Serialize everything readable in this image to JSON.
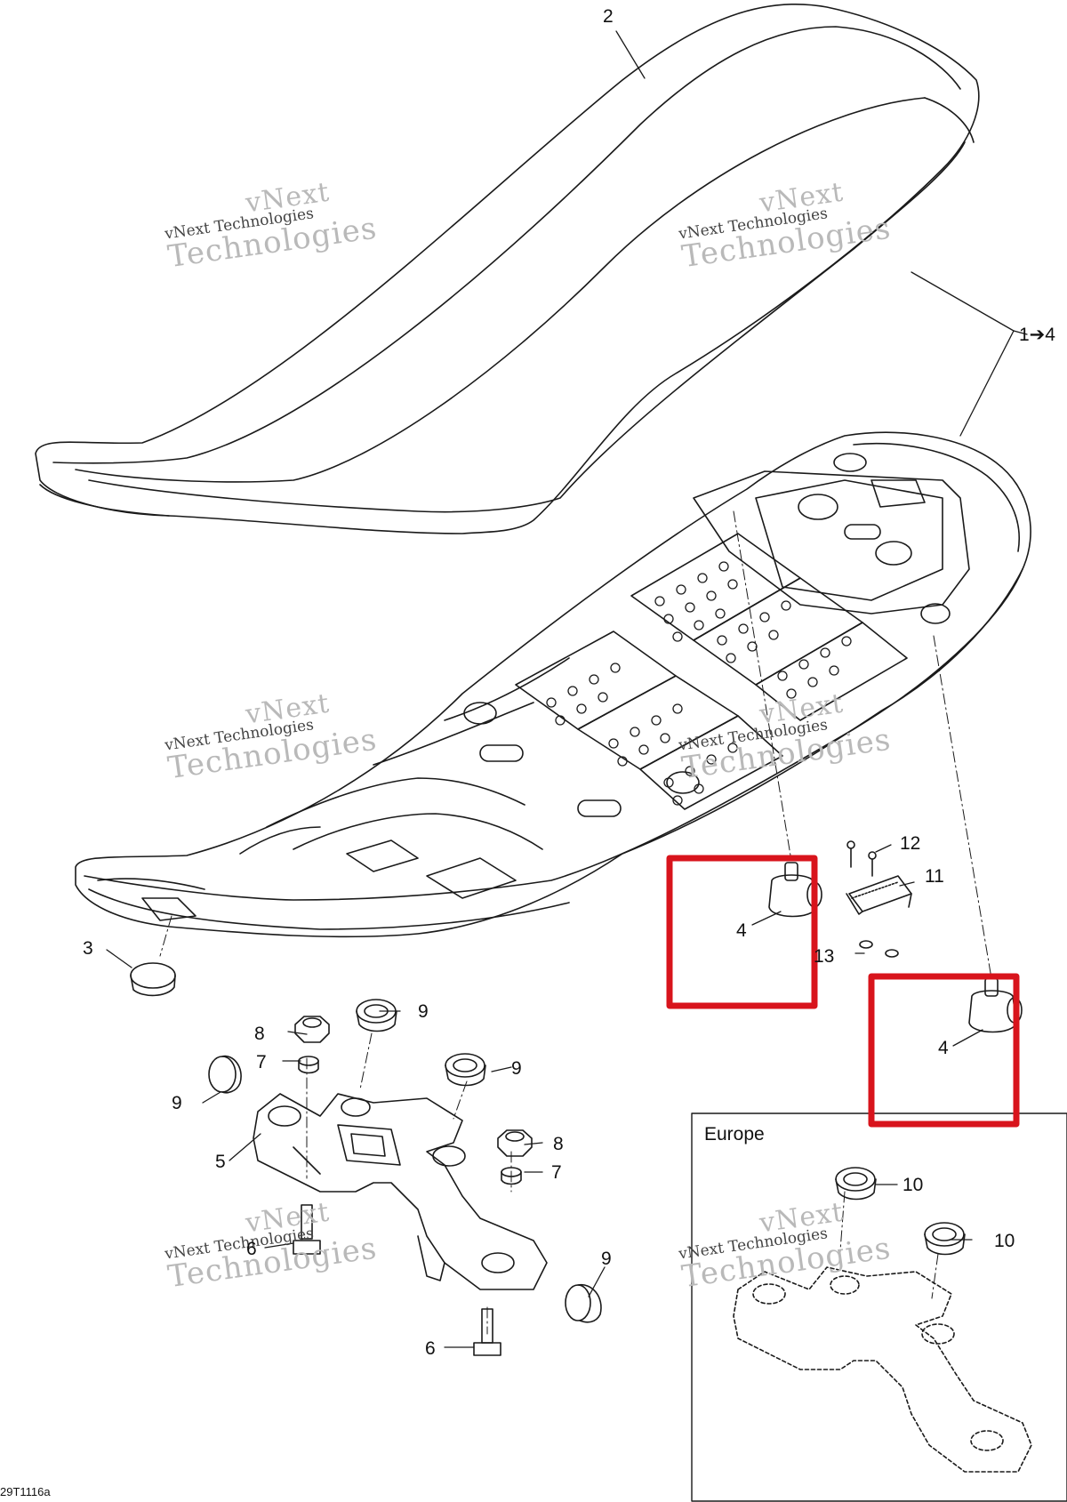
{
  "callouts": {
    "c2": "2",
    "c1to4": "1➔4",
    "c3": "3",
    "c4a": "4",
    "c4b": "4",
    "c12": "12",
    "c11": "11",
    "c13": "13",
    "c9a": "9",
    "c8a": "8",
    "c7a": "7",
    "c9b": "9",
    "c9c": "9",
    "c5": "5",
    "c8b": "8",
    "c7b": "7",
    "c6a": "6",
    "c9d": "9",
    "c6b": "6",
    "c10a": "10",
    "c10b": "10"
  },
  "inset": {
    "title": "Europe"
  },
  "drawing_code": "29T1116a",
  "watermark": {
    "line1": "vNext",
    "line2": "vNext Technologies",
    "line3": "Technologies"
  },
  "colors": {
    "highlight": "#d8141c",
    "line": "#1a1a1a",
    "watermark": "#b9b9b9"
  }
}
